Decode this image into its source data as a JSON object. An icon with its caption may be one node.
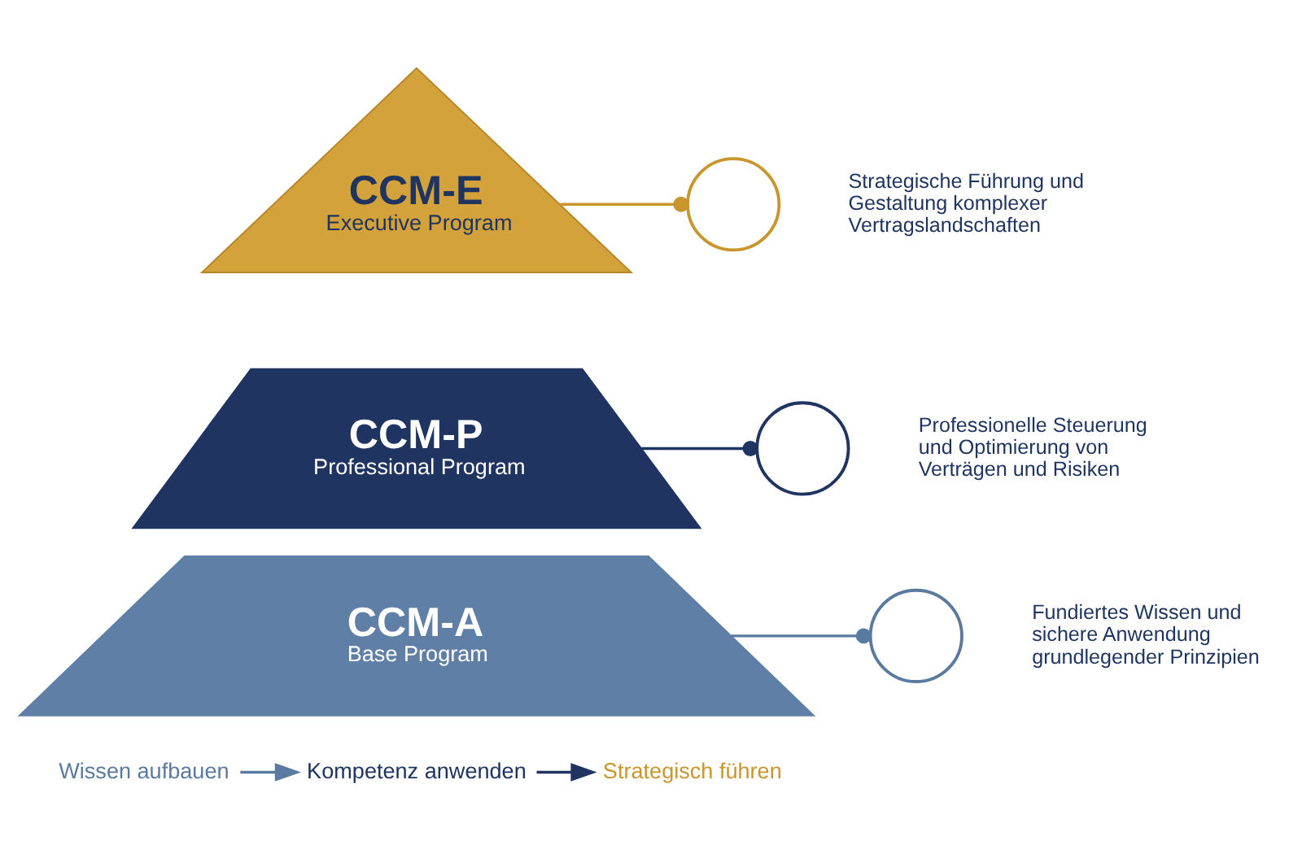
{
  "diagram": {
    "nodes": [
      {
        "text": [
          "CCM-E",
          "Executive Program"
        ]
      },
      {
        "text": [
          "CCM-P",
          "Professional Program"
        ]
      },
      {
        "text": [
          "CCM-A",
          "Base Program"
        ]
      },
      {
        "text": [],
        "shape": "circle",
        "beside": [
          "Strategische Führung und Gestaltung komplexer Vertragslandschaften"
        ]
      },
      {
        "text": [],
        "shape": "circle",
        "beside": [
          "Professionelle Steuerung und Optimierung von Verträgen und Risiken"
        ]
      },
      {
        "text": [],
        "shape": "circle",
        "beside": [
          "Fundiertes Wissen und sichere Anwendung grundlegender Prinzipien"
        ]
      },
      {
        "text": [
          "Wissen aufbauen"
        ]
      },
      {
        "text": [
          "Kompetenz anwenden"
        ]
      },
      {
        "text": [
          "Strategisch führen"
        ]
      }
    ],
    "edges": [
      {
        "from": 0,
        "to": 3,
        "arrow": "other",
        "color": "#c9962e"
      },
      {
        "from": 1,
        "to": 4,
        "arrow": "other",
        "color": "#1f3461"
      },
      {
        "from": 2,
        "to": 5,
        "arrow": "other",
        "color": "#5a7aa0"
      },
      {
        "from": 6,
        "to": 7,
        "arrow": "to",
        "color": "#5a7aa0"
      },
      {
        "from": 7,
        "to": 8,
        "arrow": "to",
        "color": "#1f3461"
      }
    ]
  }
}
